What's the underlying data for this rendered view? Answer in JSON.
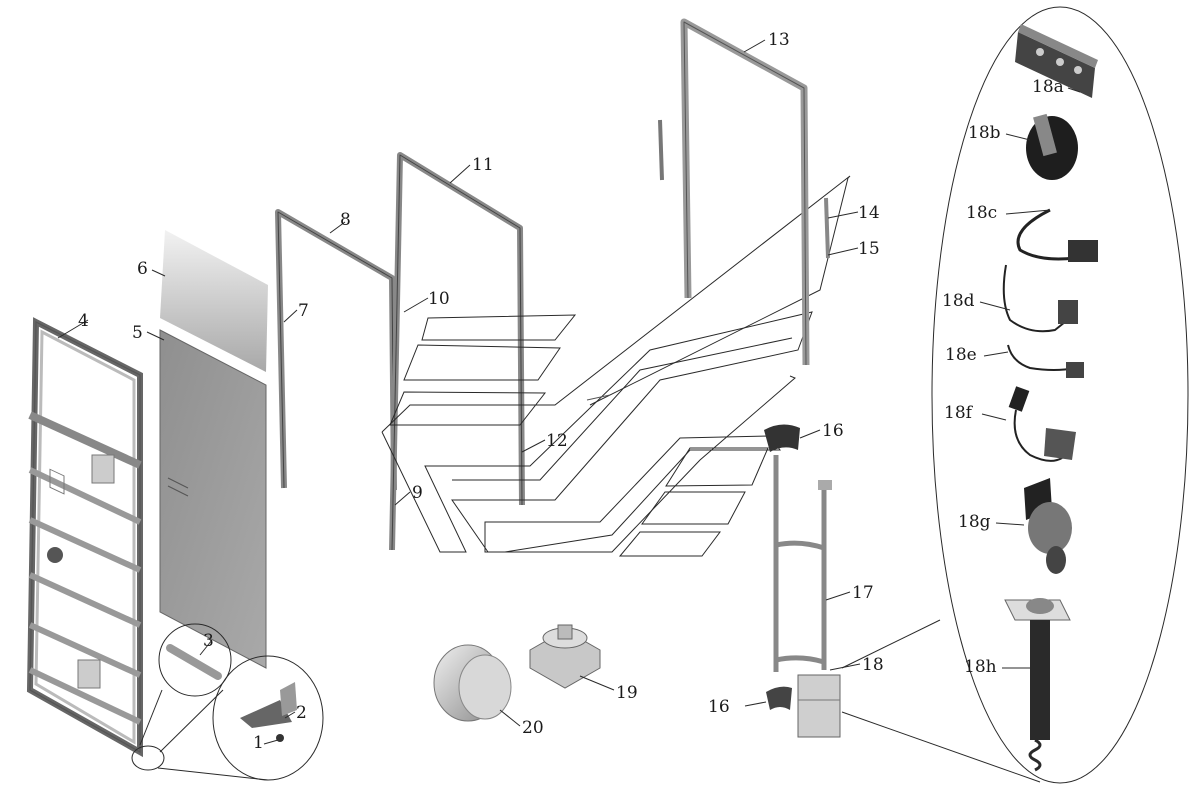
{
  "callouts": {
    "c1": "1",
    "c2": "2",
    "c3": "3",
    "c4": "4",
    "c5": "5",
    "c6": "6",
    "c7": "7",
    "c8": "8",
    "c9": "9",
    "c10": "10",
    "c11": "11",
    "c12": "12",
    "c13": "13",
    "c14": "14",
    "c15": "15",
    "c16a": "16",
    "c16b": "16",
    "c17": "17",
    "c18": "18",
    "c19": "19",
    "c20": "20",
    "c18a": "18a",
    "c18b": "18b",
    "c18c": "18c",
    "c18d": "18d",
    "c18e": "18e",
    "c18f": "18f",
    "c18g": "18g",
    "c18h": "18h"
  },
  "colors": {
    "line": "#2a2a2a",
    "frame_fill": "#cfcfcf",
    "panel_fill": "#9a9a9a",
    "part_dark": "#1e1e1e"
  }
}
